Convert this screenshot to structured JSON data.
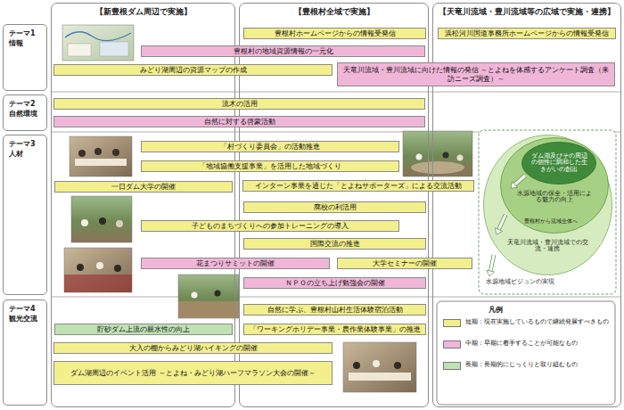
{
  "diagram": {
    "nodes": [
      {
        "text": [
          "【新豊根ダム周辺で実施】"
        ]
      },
      {
        "text": [
          "【豊根村全域で実施】"
        ]
      },
      {
        "text": [
          "【天竜川流域・豊川流域等の広域で実施・連携】"
        ]
      },
      {
        "text": [
          "テーマ1 情報"
        ]
      },
      {
        "text": [
          "豊根村ホームページからの情報受発信"
        ],
        "in": 1
      },
      {
        "text": [
          "浜松河川国道事務所ホームページからの情報受発信"
        ],
        "in": 2
      },
      {
        "text": [
          "豊根村の地域資源情報の一元化"
        ]
      },
      {
        "text": [
          "みどり湖周辺の資源マップの作成"
        ]
      },
      {
        "text": [
          "天竜川流域・豊川流域に向けた情報の発信 ～とよねを体感するアンケート調査（来訪ニーズ調査）～"
        ]
      },
      {
        "text": [
          "テーマ2 自然環境"
        ]
      },
      {
        "text": [
          "流木の活用"
        ]
      },
      {
        "text": [
          "自然に対する啓蒙活動"
        ]
      },
      {
        "text": [
          "テーマ3 人材"
        ]
      },
      {
        "text": [
          "「村づくり委員会」の活動推進"
        ]
      },
      {
        "text": [
          "「地域協働支援事業」を活用した地域づくり"
        ]
      },
      {
        "text": [
          "一日ダム大学の開催"
        ],
        "in": 0
      },
      {
        "text": [
          "インターン事業を通じた「とよねサポーターズ」による交流活動"
        ]
      },
      {
        "text": [
          "廃校の利活用"
        ],
        "in": 1
      },
      {
        "text": [
          "子どものまちづくりへの参加トレーニングの導入"
        ]
      },
      {
        "text": [
          "国際交流の推進"
        ],
        "in": 1
      },
      {
        "text": [
          "花まつりサミットの開催"
        ]
      },
      {
        "text": [
          "大学セミナーの開催"
        ]
      },
      {
        "text": [
          "ＮＰＯの立ち上げ勉強会の開催"
        ],
        "in": 1
      },
      {
        "text": [
          "天竜川流域・豊川流域での交流・連携"
        ],
        "in": 2
      },
      {
        "text": [
          "水源地域の保全・活用による魅力の向上"
        ],
        "in": 23
      },
      {
        "text": [
          "ダム湖及びその周辺の個性に調和した生きがいの創出"
        ],
        "in": 24
      },
      {
        "text": [
          "テーマ4 観光交流"
        ]
      },
      {
        "text": [
          "自然に学ぶ、豊根村山村生活体験宿泊活動"
        ],
        "in": 1
      },
      {
        "text": [
          "貯砂ダム上流の親水性の向上"
        ],
        "in": 0
      },
      {
        "text": [
          "「ワーキングホリデー事業・農作業体験事業」の推進"
        ],
        "in": 1
      },
      {
        "text": [
          "大入の棚からみどり湖ハイキングの開催"
        ]
      },
      {
        "text": [
          "ダム湖周辺のイベント活用 ～とよね・みどり湖ハーフマラソン大会の開催～"
        ]
      }
    ],
    "labels": [
      "凡例",
      "豊根村から流域全体へ",
      "水源地域ビジョンの実現"
    ],
    "legend": [
      {
        "text": "短期：現在実施しているもので継続発展すべきもの",
        "color": "#f3ef8c"
      },
      {
        "text": "中期：早期に着手することが可能なもの",
        "color": "#f0b6d8"
      },
      {
        "text": "長期：長期的にじっくりと取り組むもの",
        "color": "#bfe2b3"
      }
    ]
  }
}
